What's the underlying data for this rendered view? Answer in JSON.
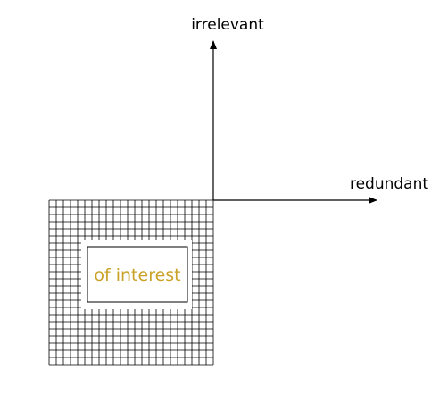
{
  "diagram": {
    "y_axis_label": "irrelevant",
    "x_axis_label": "redundant",
    "region_label": "of interest"
  },
  "colors": {
    "ink": "#000000",
    "region_label": "#c9a227",
    "background": "#ffffff"
  }
}
